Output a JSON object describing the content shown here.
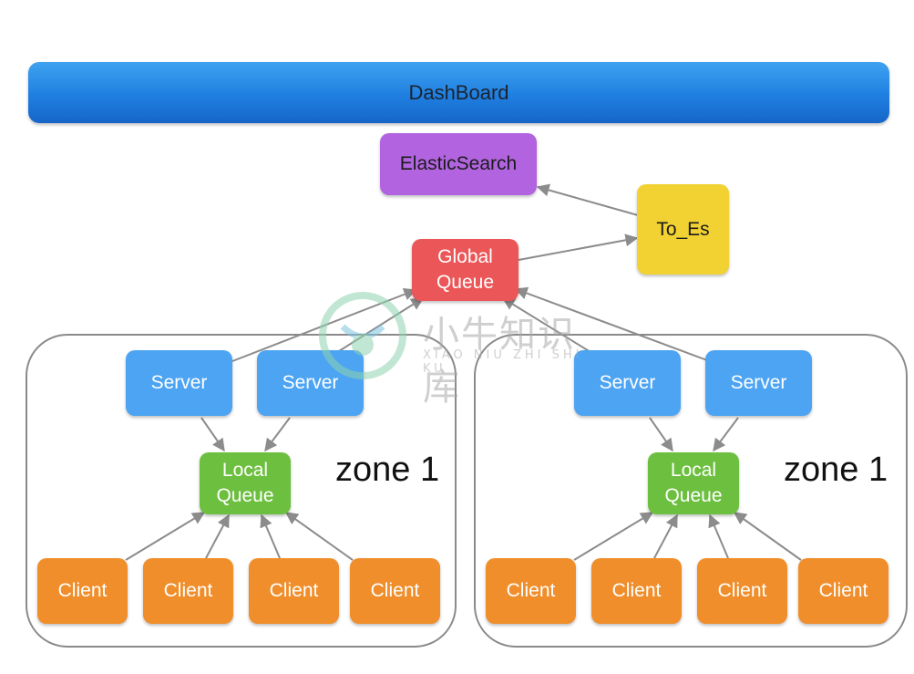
{
  "dashboard": "DashBoard",
  "elasticsearch": "ElasticSearch",
  "to_es": "To_Es",
  "global_queue": "Global\nQueue",
  "zones": [
    {
      "label": "zone 1",
      "servers": [
        "Server",
        "Server"
      ],
      "local_queue": "Local\nQueue",
      "clients": [
        "Client",
        "Client",
        "Client",
        "Client"
      ]
    },
    {
      "label": "zone 1",
      "servers": [
        "Server",
        "Server"
      ],
      "local_queue": "Local\nQueue",
      "clients": [
        "Client",
        "Client",
        "Client",
        "Client"
      ]
    }
  ],
  "watermark": {
    "title": "小牛知识库",
    "subtitle": "XIAO NIU ZHI SHI KU"
  },
  "colors": {
    "dashboard": "#1f7fe0",
    "elasticsearch": "#b264e0",
    "to_es": "#f2d232",
    "global_queue": "#eb5758",
    "server": "#4ca4f2",
    "local_queue": "#6cbf3f",
    "client": "#f08e2b",
    "arrow": "#8c8c8c"
  }
}
